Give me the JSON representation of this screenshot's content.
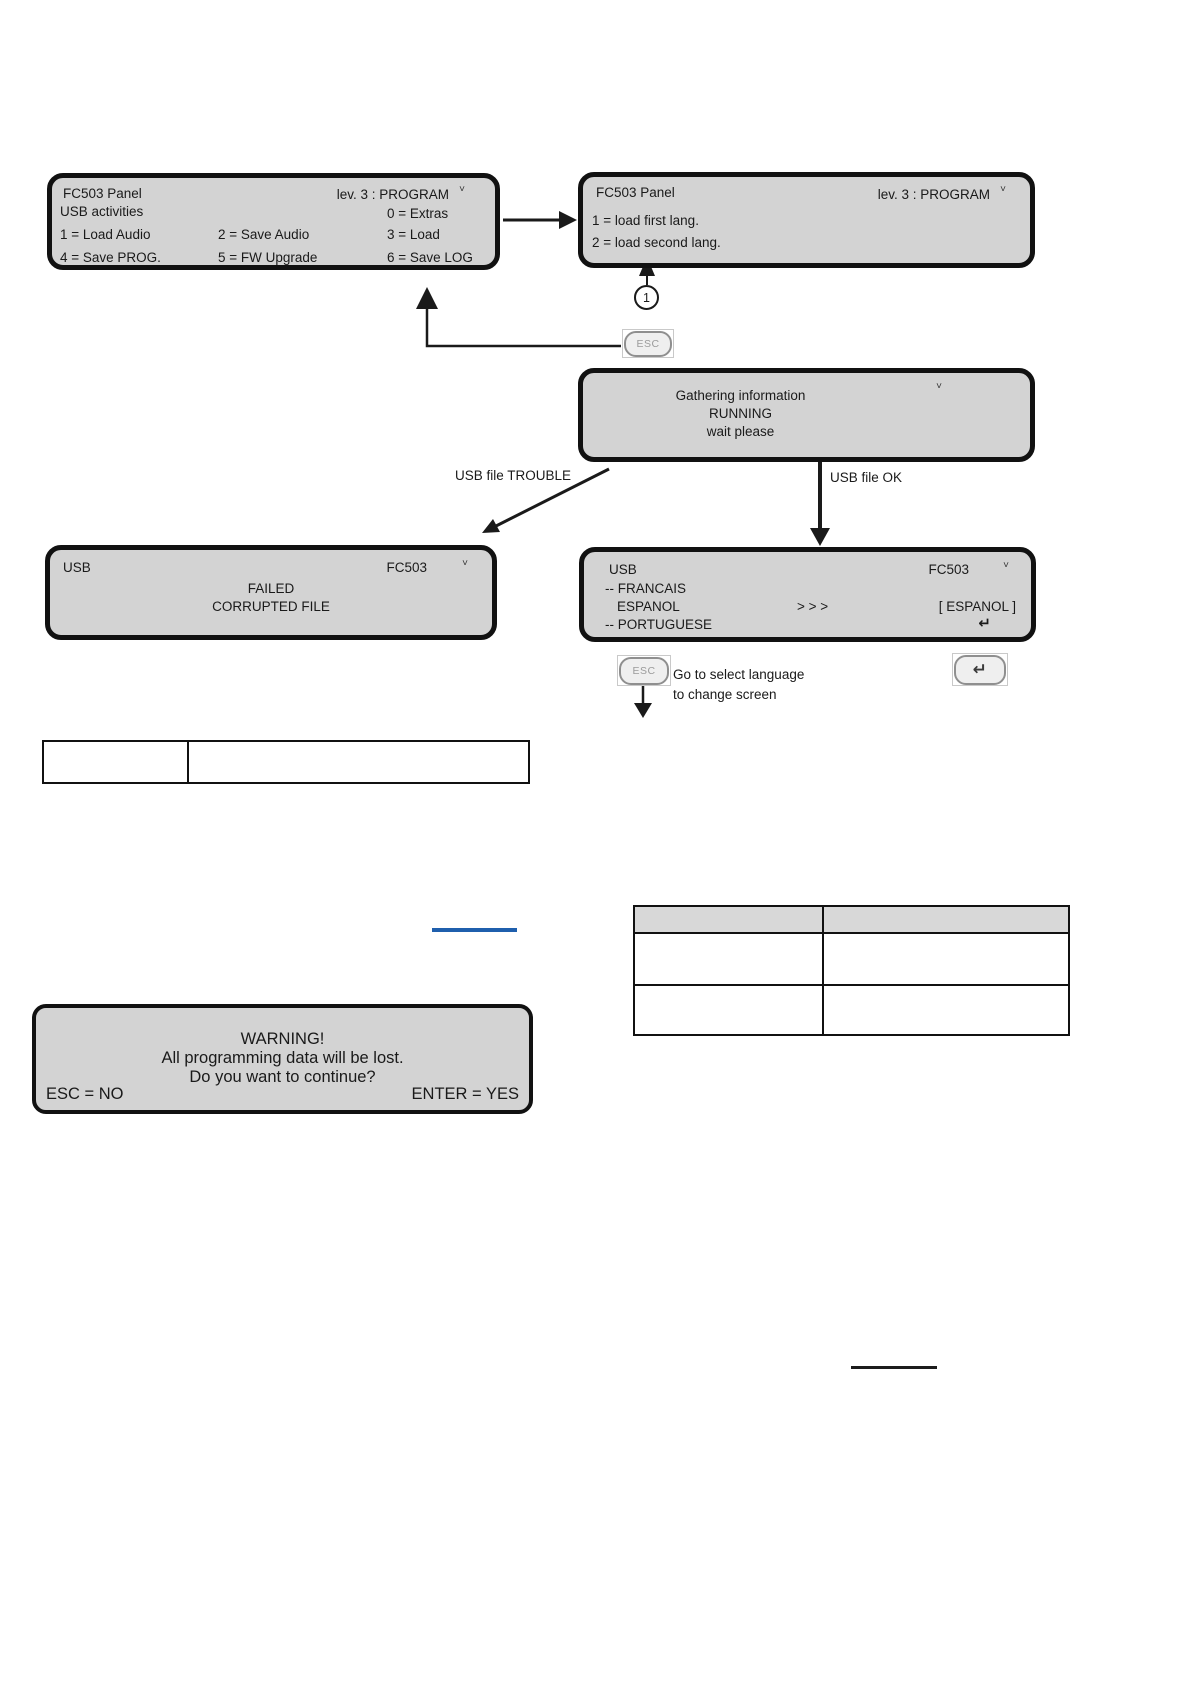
{
  "colors": {
    "lcd_fill": "#d3d3d3",
    "lcd_border": "#111111",
    "table_header_fill": "#d8d8d8",
    "link_blue": "#1f5fad",
    "rule_dark": "#1c1c1c"
  },
  "misc": {
    "corner_glyph": "˅",
    "callout_number": "1",
    "return_glyph": "↵"
  },
  "keys": {
    "esc": "ESC"
  },
  "labels": {
    "usb_trouble": "USB file TROUBLE",
    "usb_ok": "USB file OK",
    "esc_hint_line1": "Go to select language",
    "esc_hint_line2": "to change screen"
  },
  "screens": {
    "usb_activities": {
      "title": "FC503 Panel",
      "level": "lev. 3 : PROGRAM",
      "subtitle": "USB activities",
      "extras": "0 = Extras",
      "row3": [
        "1 = Load Audio",
        "2 = Save Audio",
        "3 = Load"
      ],
      "row4": [
        "4 = Save PROG.",
        "5 = FW Upgrade",
        "6 = Save LOG"
      ]
    },
    "load_language": {
      "title": "FC503 Panel",
      "level": "lev. 3 : PROGRAM",
      "items": [
        "1 = load first lang.",
        "2 = load second lang."
      ]
    },
    "gathering": {
      "lines": [
        "Gathering information",
        "RUNNING",
        "wait please"
      ]
    },
    "usb_failed": {
      "title": "USB",
      "model": "FC503",
      "lines": [
        "FAILED",
        "CORRUPTED FILE"
      ]
    },
    "usb_language": {
      "title": "USB",
      "model": "FC503",
      "lang1": "-- FRANCAIS",
      "lang2": "ESPANOL",
      "lang3": "-- PORTUGUESE",
      "cursor": "> > >",
      "selection": "[ ESPANOL ]"
    },
    "warning": {
      "lines": [
        "WARNING!",
        "All programming data will be lost.",
        "Do you want to continue?"
      ],
      "esc_no": "ESC = NO",
      "enter_yes": "ENTER = YES"
    }
  }
}
